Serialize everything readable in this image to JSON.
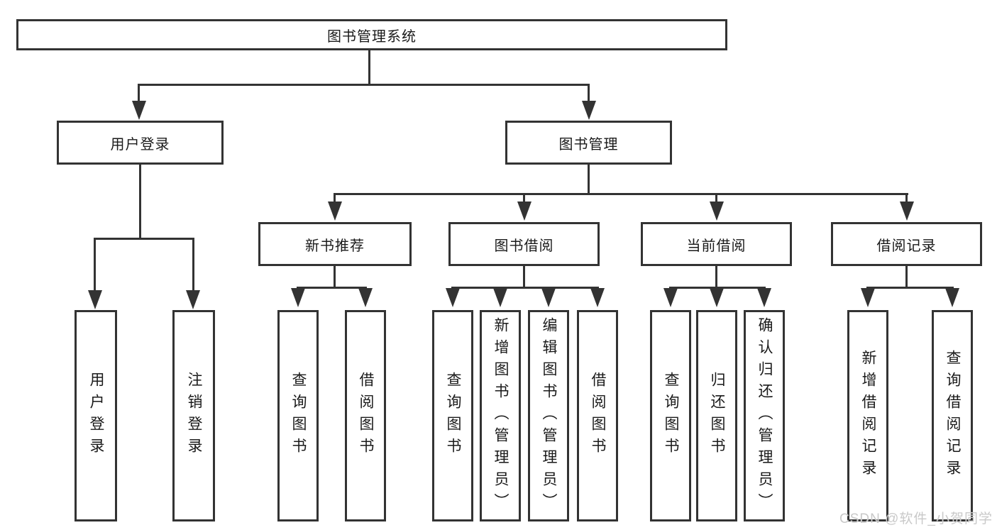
{
  "diagram": {
    "root": {
      "label": "图书管理系统"
    },
    "branches": [
      {
        "label": "用户登录",
        "leaves": [
          "用户登录",
          "注销登录"
        ]
      },
      {
        "label": "图书管理",
        "groups": [
          {
            "label": "新书推荐",
            "leaves": [
              "查询图书",
              "借阅图书"
            ]
          },
          {
            "label": "图书借阅",
            "leaves": [
              "查询图书",
              "新增图书（管理员）",
              "编辑图书（管理员）",
              "借阅图书"
            ]
          },
          {
            "label": "当前借阅",
            "leaves": [
              "查询图书",
              "归还图书",
              "确认归还（管理员）"
            ]
          },
          {
            "label": "借阅记录",
            "leaves": [
              "新增借阅记录",
              "查询借阅记录"
            ]
          }
        ]
      }
    ]
  },
  "watermark": {
    "text": "CSDN @软件_小贺同学"
  },
  "colors": {
    "line": "#333333",
    "text": "#1a1a1a",
    "background": "#ffffff",
    "box_fill": "#ffffff",
    "watermark": "#c9c9c9"
  }
}
